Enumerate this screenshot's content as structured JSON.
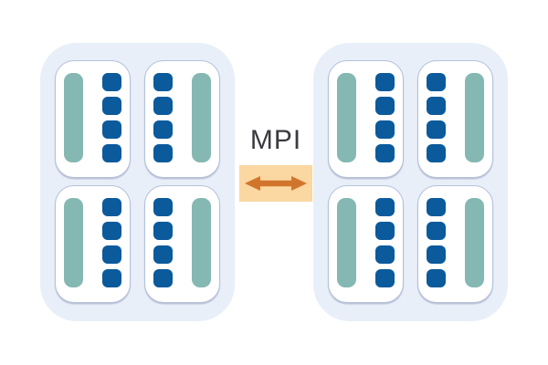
{
  "diagram": {
    "type": "dual-compute-node-mpi-interconnect",
    "interconnect": {
      "label": "MPI",
      "icon": "double-headed-horizontal-arrow"
    },
    "cores_per_socket": 4,
    "colors": {
      "node_fill": "#E8EFF9",
      "socket_fill": "#FFFFFF",
      "socket_border": "#B5C1DB",
      "memory_bar": "#85B8B2",
      "core": "#0A5A9C",
      "band_fill": "#FBD7A2",
      "arrow": "#D2752C",
      "label_text": "#3A3A40"
    },
    "nodes": [
      {
        "id": "node-1",
        "sockets": [
          {
            "bar_side": "left"
          },
          {
            "bar_side": "right"
          },
          {
            "bar_side": "left"
          },
          {
            "bar_side": "right"
          }
        ]
      },
      {
        "id": "node-2",
        "sockets": [
          {
            "bar_side": "left"
          },
          {
            "bar_side": "right"
          },
          {
            "bar_side": "left"
          },
          {
            "bar_side": "right"
          }
        ]
      }
    ]
  }
}
